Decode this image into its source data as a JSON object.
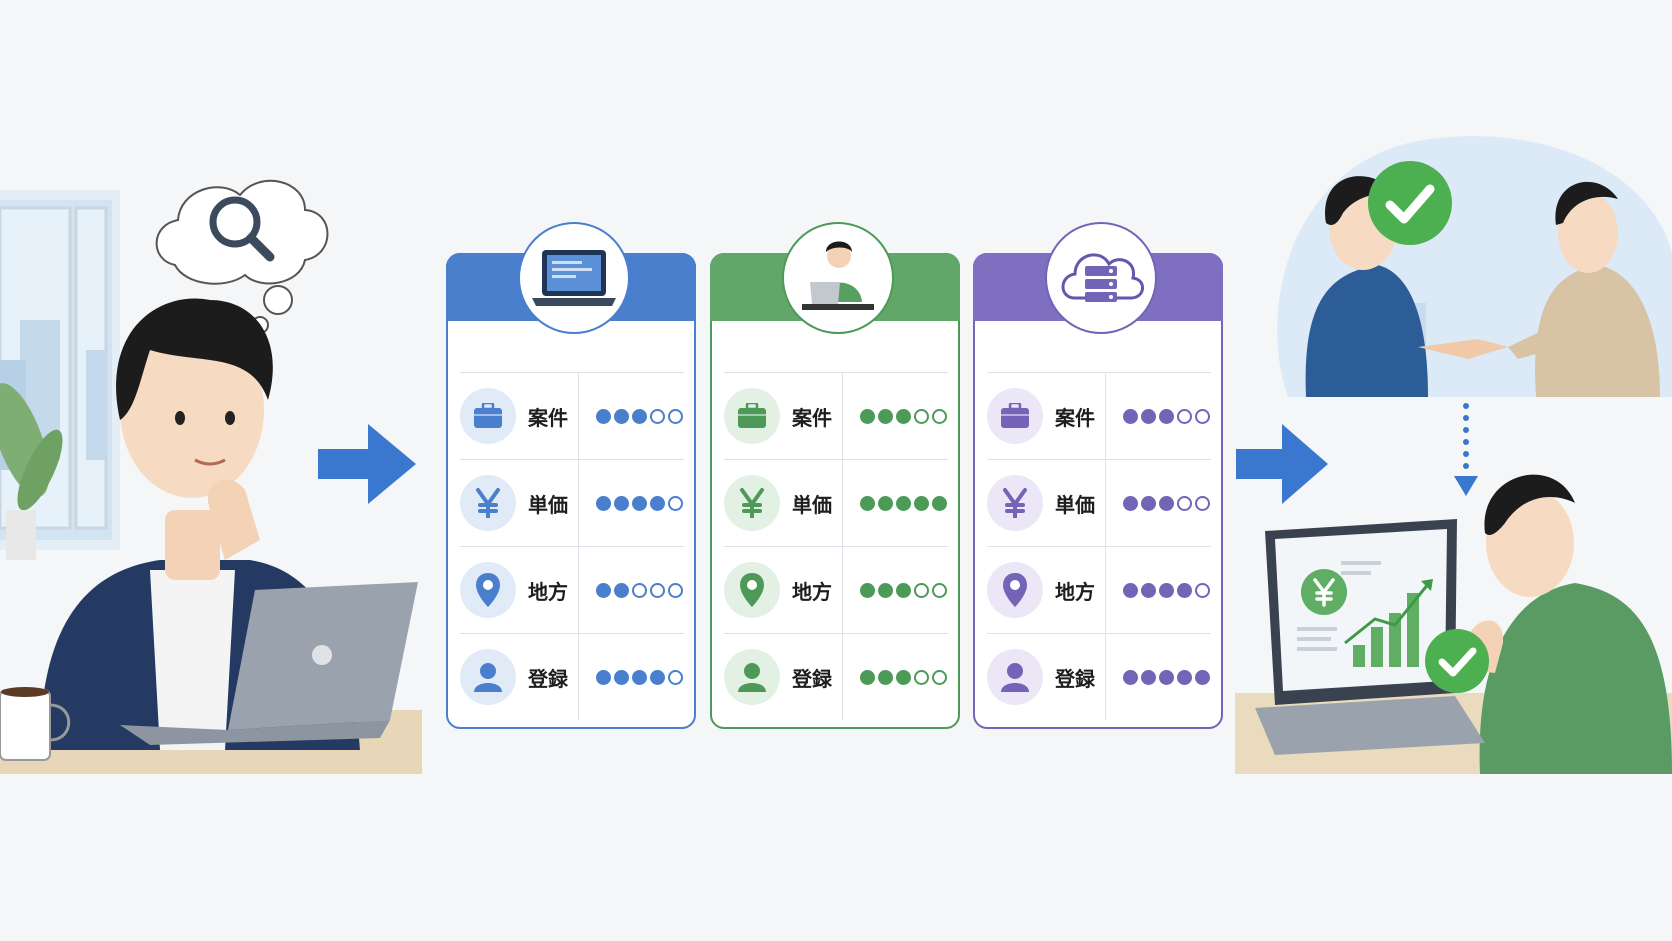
{
  "cards": [
    {
      "id": "web",
      "header_icon": "laptop-code-icon",
      "accent": "#4a7fce",
      "header_color": "#4a7fce",
      "soft": "#e1ebf8",
      "rows": [
        {
          "icon": "briefcase-icon",
          "label": "案件",
          "rating": 3,
          "max": 5
        },
        {
          "icon": "yen-icon",
          "label": "単価",
          "rating": 4,
          "max": 5
        },
        {
          "icon": "location-pin-icon",
          "label": "地方",
          "rating": 2,
          "max": 5
        },
        {
          "icon": "user-icon",
          "label": "登録",
          "rating": 4,
          "max": 5
        }
      ]
    },
    {
      "id": "freelancer",
      "header_icon": "person-at-laptop-icon",
      "accent": "#4d9a58",
      "header_color": "#61a76a",
      "soft": "#e3f1e5",
      "rows": [
        {
          "icon": "briefcase-icon",
          "label": "案件",
          "rating": 3,
          "max": 5
        },
        {
          "icon": "yen-icon",
          "label": "単価",
          "rating": 5,
          "max": 5
        },
        {
          "icon": "location-pin-icon",
          "label": "地方",
          "rating": 3,
          "max": 5
        },
        {
          "icon": "user-icon",
          "label": "登録",
          "rating": 3,
          "max": 5
        }
      ]
    },
    {
      "id": "cloud",
      "header_icon": "cloud-server-icon",
      "accent": "#7464b8",
      "header_color": "#7f6fc0",
      "soft": "#ebe7f7",
      "rows": [
        {
          "icon": "briefcase-icon",
          "label": "案件",
          "rating": 3,
          "max": 5
        },
        {
          "icon": "yen-icon",
          "label": "単価",
          "rating": 3,
          "max": 5
        },
        {
          "icon": "location-pin-icon",
          "label": "地方",
          "rating": 4,
          "max": 5
        },
        {
          "icon": "user-icon",
          "label": "登録",
          "rating": 5,
          "max": 5
        }
      ]
    }
  ],
  "scenes": {
    "left": {
      "thought_icon": "magnifier-icon"
    },
    "handshake": {
      "badge_icon": "checkmark-icon"
    },
    "result": {
      "screen_icon": "yen-icon",
      "badge_icon": "checkmark-icon"
    }
  },
  "colors": {
    "arrow": "#3a77cf",
    "success": "#4caf50"
  }
}
